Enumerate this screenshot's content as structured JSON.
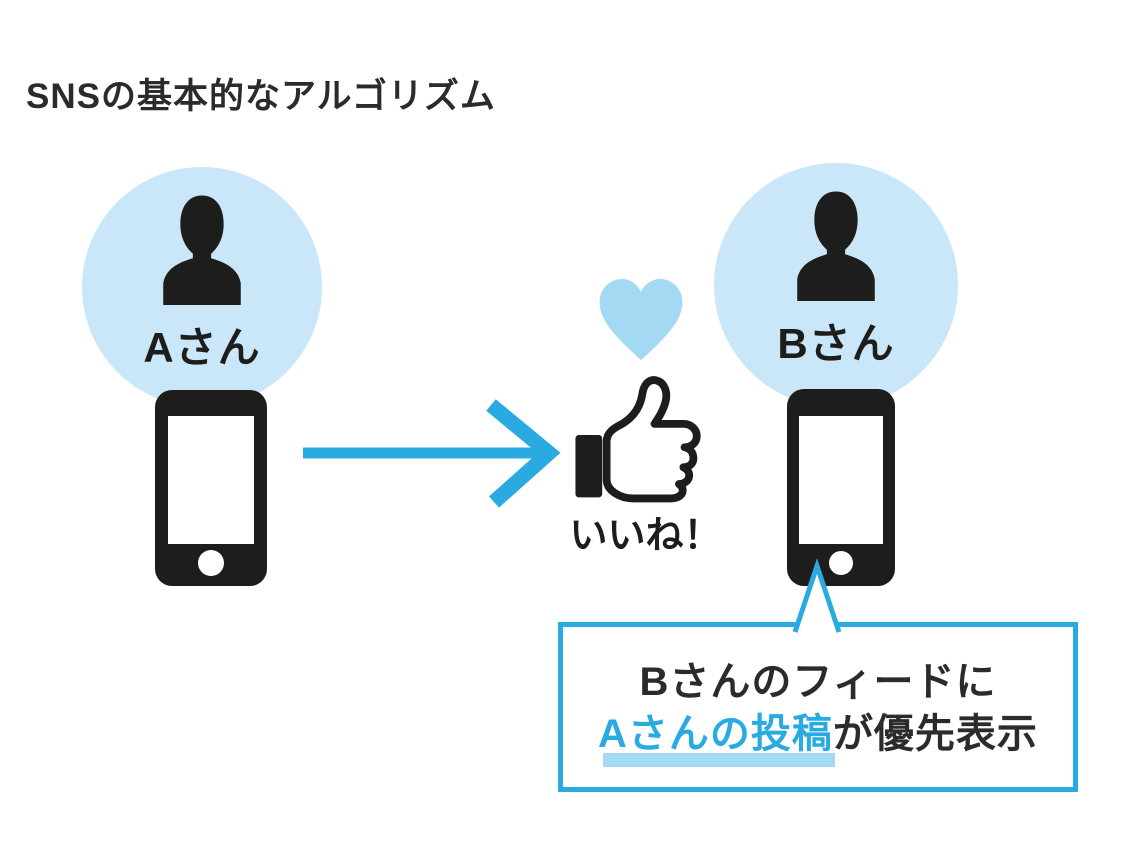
{
  "title": "SNSの基本的なアルゴリズム",
  "person_a": {
    "label": "Aさん",
    "icon": "person-icon",
    "device_icon": "smartphone-icon"
  },
  "person_b": {
    "label": "Bさん",
    "icon": "person-icon",
    "device_icon": "smartphone-icon"
  },
  "action": {
    "label": "いいね！",
    "arrow_icon": "arrow-right-icon",
    "heart_icon": "heart-icon",
    "thumb_icon": "thumbs-up-icon"
  },
  "callout": {
    "line1": "Bさんのフィードに",
    "line2_highlight": "Aさんの投稿",
    "line2_rest": "が優先表示"
  },
  "colors": {
    "accent_cyan": "#29abe2",
    "circle_light_blue": "#c9e7f8",
    "heart_light_blue": "#a3d9f3",
    "underline_light_blue": "#a3d9f3",
    "ink_black": "#1d1d1b",
    "text_black": "#2b2b2b",
    "background": "#ffffff"
  }
}
